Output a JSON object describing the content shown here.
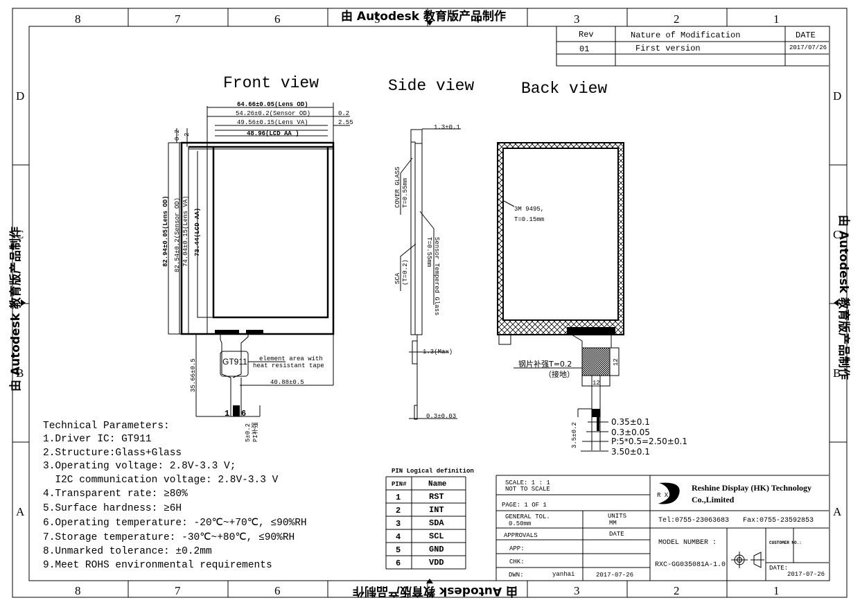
{
  "zones": {
    "columns": [
      "8",
      "7",
      "6",
      "5",
      "4",
      "3",
      "2",
      "1"
    ],
    "rows": [
      "D",
      "C",
      "B",
      "A"
    ]
  },
  "watermark": "由 Autodesk 教育版产品制作",
  "revision_table": {
    "headers": [
      "Rev",
      "Nature of Modification",
      "DATE"
    ],
    "rows": [
      {
        "rev": "01",
        "modification": "First version",
        "date": "2017/07/26"
      }
    ]
  },
  "views": {
    "front": "Front view",
    "side": "Side view",
    "back": "Back view"
  },
  "front_view": {
    "lens_od_w": "64.66±0.05(Lens OD)",
    "sensor_od_w": "54.26±0.2(Sensor OD)",
    "lens_va_w": "49.56±0.15(Lens VA)",
    "lcd_aa_w": "48.96(LCD AA )",
    "offset_right_1": "0.2",
    "offset_right_2": "2.55",
    "offset_top_1": "0.2",
    "offset_top_2": "2",
    "lens_od_h": "82.94±0.05(Lens OD)",
    "sensor_od_h": "82.54±0.2(Sensor OD)",
    "lens_va_h": "74.04±0.15(Lens VA)",
    "lcd_aa_h": "73.44(LCD AA)",
    "ic": "GT911",
    "note_1": "element area with",
    "note_2": "heat resistant tape",
    "fpc_offset": "40.88±0.5",
    "fpc_length": "35.66±0.5",
    "pin_first": "1",
    "pin_last": "6",
    "stiffener_len": "5±0.2",
    "stiffener_label": "PI补强"
  },
  "side_view": {
    "total_thickness": "1.3±0.1",
    "cover_glass": "COVER GLASS",
    "cover_glass_t": "T=0.55mm",
    "sca": "SCA",
    "sca_t": "(T=0.2)",
    "sensor_glass": "Sensor Tempered Glass",
    "sensor_glass_t": "T=0.55mm",
    "ic_thickness": "1.3(Max)",
    "fpc_thickness": "0.3±0.03"
  },
  "back_view": {
    "tape": "3M 9495,",
    "tape_t": "T=0.15mm",
    "steel_stiffener": "钢片补强T=0.2",
    "ground": "（接地）",
    "stiffener_h": "12",
    "stiffener_w": "12",
    "finger_width": "0.35±0.1",
    "finger_gap": "0.3±0.05",
    "pitch": "P:5*0.5=2.50±0.1",
    "total_width": "3.50±0.1",
    "finger_len": "3.5±0.2"
  },
  "technical_parameters": {
    "heading": "Technical Parameters:",
    "items": [
      "1.Driver IC: GT911",
      "2.Structure:Glass+Glass",
      "3.Operating voltage: 2.8V-3.3 V;",
      "  I2C communication voltage: 2.8V-3.3 V",
      "4.Transparent rate: ≥80%",
      "5.Surface hardness: ≥6H",
      "6.Operating temperature: -20℃~+70℃, ≤90%RH",
      "7.Storage temperature: -30℃~+80℃, ≤90%RH",
      "8.Unmarked tolerance: ±0.2mm",
      "9.Meet ROHS environmental requirements"
    ]
  },
  "pin_table": {
    "title": "PIN Logical definition",
    "headers": [
      "PIN#",
      "Name"
    ],
    "rows": [
      [
        "1",
        "RST"
      ],
      [
        "2",
        "INT"
      ],
      [
        "3",
        "SDA"
      ],
      [
        "4",
        "SCL"
      ],
      [
        "5",
        "GND"
      ],
      [
        "6",
        "VDD"
      ]
    ]
  },
  "title_block": {
    "scale": "SCALE: 1 : 1",
    "not_to_scale": "NOT TO SCALE",
    "page": "PAGE:  1 OF 1",
    "general_tol": "GENERAL TOL.",
    "tol_value": "0.50mm",
    "units": "UNITS",
    "units_value": "MM",
    "approvals": "APPROVALS",
    "date_header": "DATE",
    "app": "APP:",
    "chk": "CHK:",
    "dwn": "DWN:",
    "drawn_by": "yanhai",
    "drawn_date": "2017-07-26",
    "logo_text": "R X",
    "company_1": "Reshine Display (HK) Technology",
    "company_2": "Co.,Limited",
    "tel": "Tel:0755-23063683",
    "fax": "Fax:0755-23592853",
    "model_label": "MODEL NUMBER :",
    "model_number": "RXC-GG035081A-1.0",
    "customer_no": "CUSTOMER NO.:",
    "date_label": "DATE:",
    "date_value": "2017-07-26"
  }
}
